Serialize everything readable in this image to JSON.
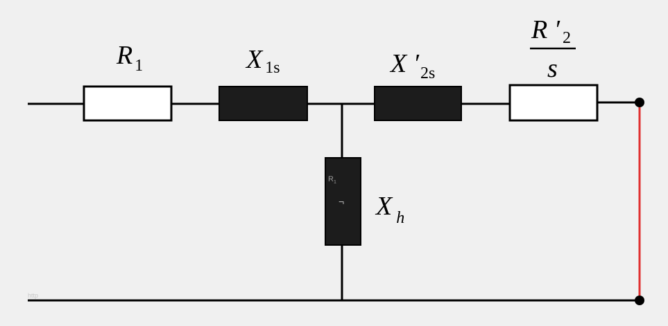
{
  "components": {
    "r1": {
      "symbol": "R",
      "sub": "1",
      "kind": "resistor"
    },
    "x1s": {
      "symbol": "X",
      "sub": "1s",
      "kind": "inductor"
    },
    "x2s": {
      "symbol": "X ′",
      "sub": "2s",
      "kind": "inductor"
    },
    "r2s": {
      "num_symbol": "R ′",
      "num_sub": "2",
      "den": "s",
      "kind": "resistor"
    },
    "xh": {
      "symbol": "X",
      "sub": "h",
      "kind": "inductor",
      "inner_text_1": "R",
      "inner_sub_1": "1",
      "inner_text_2": "¬"
    }
  },
  "watermark": "http",
  "colors": {
    "background": "#f0f0f0",
    "wire": "#000000",
    "resistor_fill": "#ffffff",
    "inductor_fill": "#1c1c1c",
    "short_circuit": "#e03030"
  }
}
